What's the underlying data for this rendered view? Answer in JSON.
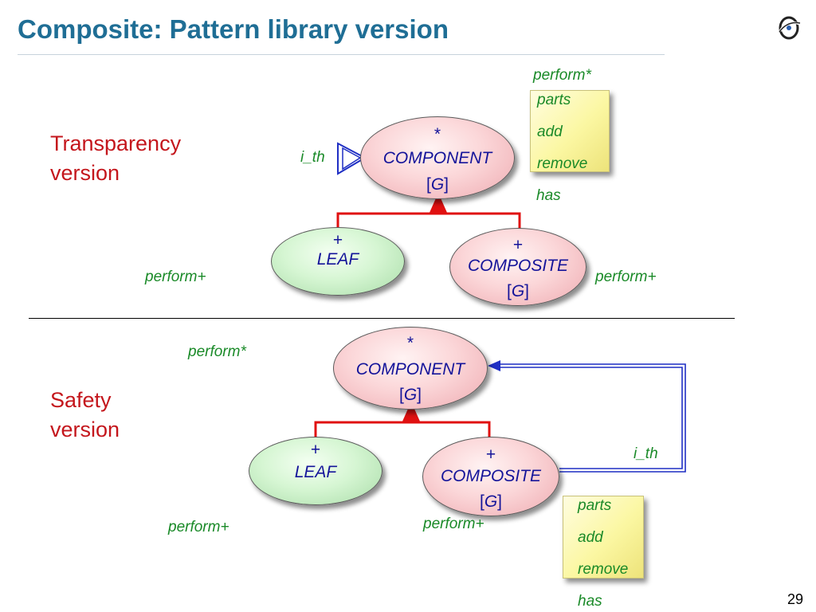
{
  "title": "Composite: Pattern library version",
  "page_number": "29",
  "logo_icon": "eiffel-logo-icon",
  "colors": {
    "title": "#1f6e95",
    "section_label": "#c4161c",
    "feature": "#1a8a28",
    "class_text": "#14149a",
    "inheritance_arrow": "#e01010",
    "client_arrow": "#1f2fc4"
  },
  "transparency": {
    "label_line1": "Transparency",
    "label_line2": "version",
    "component": {
      "marker": "*",
      "name": "COMPONENT",
      "generic_open": "[",
      "generic": "G",
      "generic_close": "]"
    },
    "leaf": {
      "marker": "+",
      "name": "LEAF"
    },
    "composite": {
      "marker": "+",
      "name": "COMPOSITE",
      "generic_open": "[",
      "generic": "G",
      "generic_close": "]"
    },
    "features": {
      "component_perform": "perform*",
      "parts": "parts",
      "add": "add",
      "remove": "remove",
      "has": "has",
      "i_th": "i_th",
      "leaf_perform": "perform+",
      "composite_perform": "perform+"
    }
  },
  "safety": {
    "label_line1": "Safety",
    "label_line2": "version",
    "component": {
      "marker": "*",
      "name": "COMPONENT",
      "generic_open": "[",
      "generic": "G",
      "generic_close": "]"
    },
    "leaf": {
      "marker": "+",
      "name": "LEAF"
    },
    "composite": {
      "marker": "+",
      "name": "COMPOSITE",
      "generic_open": "[",
      "generic": "G",
      "generic_close": "]"
    },
    "features": {
      "component_perform": "perform*",
      "i_th": "i_th",
      "leaf_perform": "perform+",
      "composite_perform": "perform+",
      "parts": "parts",
      "add": "add",
      "remove": "remove",
      "has": "has"
    }
  }
}
